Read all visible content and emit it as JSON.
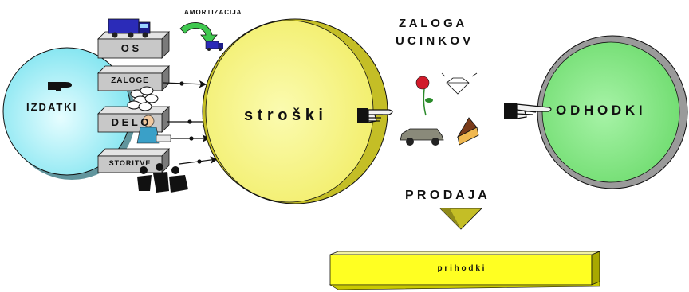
{
  "labels": {
    "izdatki": "IZDATKI",
    "os": "O S",
    "zaloge": "ZALOGE",
    "delo": "D E L O",
    "storitve": "STORITVE",
    "amortizacija": "AMORTIZACIJA",
    "stroski": "s t r o š k i",
    "zaloga_line1": "Z A L O G A",
    "zaloga_line2": "U C I N K O V",
    "odhodki": "O D H O D K I",
    "prodaja": "P R O D A J A",
    "prihodki": "p r i h o d k i"
  },
  "colors": {
    "izdatki_fill": "#a8eef6",
    "stroski_fill": "#f7f47a",
    "stroski_rim": "#c4be26",
    "odhodki_fill": "#8fe98f",
    "odhodki_rim": "#9a9a9a",
    "box_gray": "#c8c8c8",
    "prihodki_fill": "#ffff22",
    "funnel_fill": "#c4be26"
  },
  "icons": [
    "truck-icon",
    "van-icon",
    "curved-arrow-icon",
    "pointing-hand-icon",
    "coins-icon",
    "worker-icon",
    "people-icon",
    "rose-icon",
    "diamond-icon",
    "car-icon",
    "cake-icon"
  ]
}
